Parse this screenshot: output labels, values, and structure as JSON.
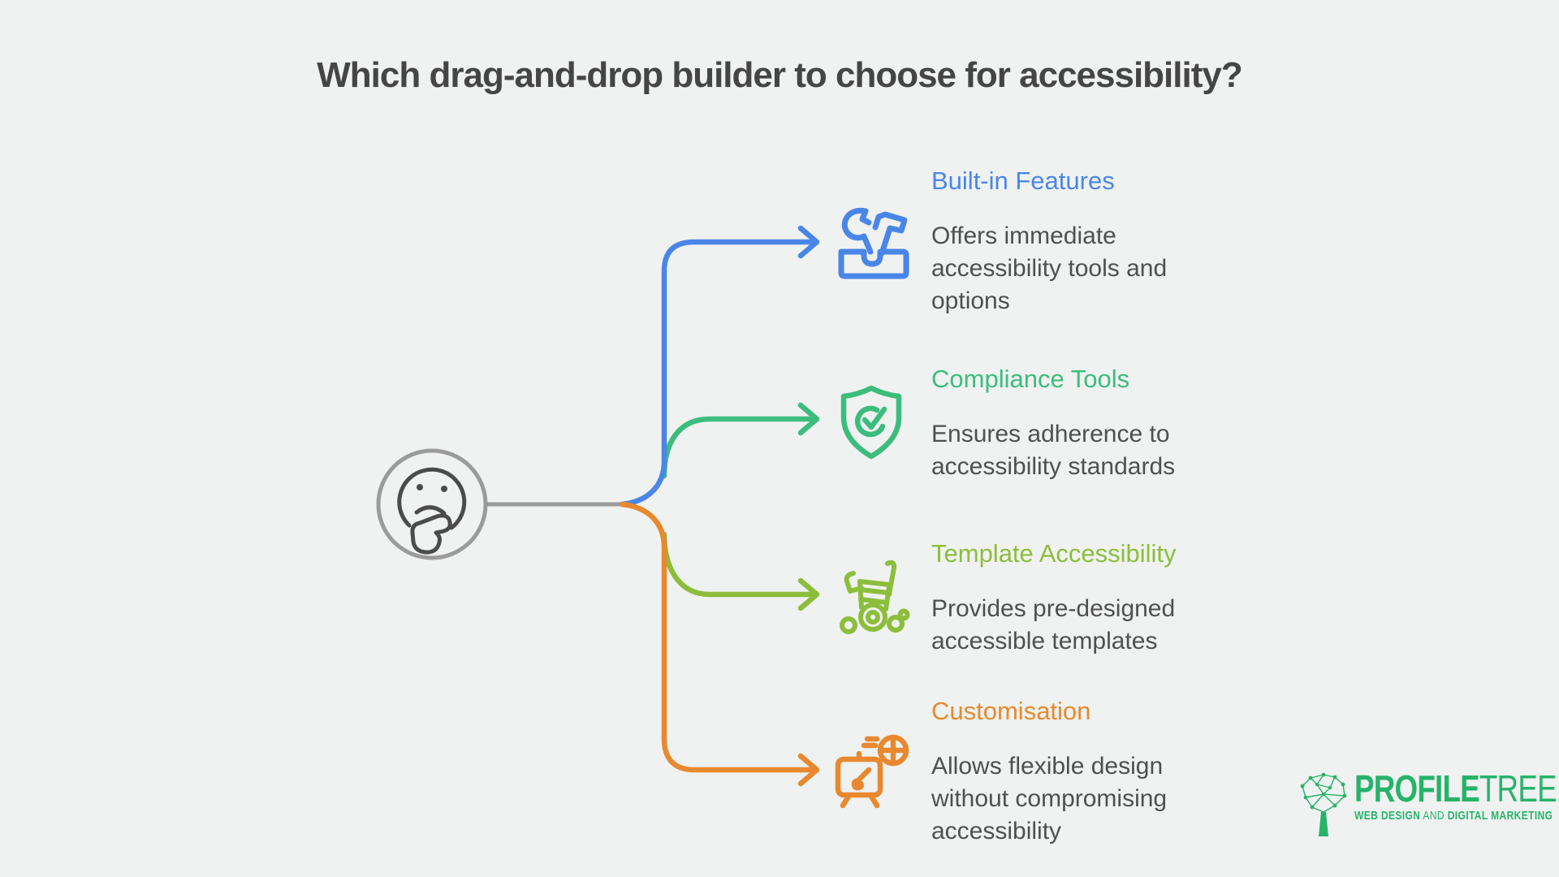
{
  "title": "Which drag-and-drop builder to choose for accessibility?",
  "center": {
    "icon": "thinking-face-icon"
  },
  "branches": [
    {
      "label": "Built-in Features",
      "description": "Offers immediate accessibility tools and options",
      "color": "#4a86e8",
      "icon": "toolbox-icon"
    },
    {
      "label": "Compliance Tools",
      "description": "Ensures adherence to accessibility standards",
      "color": "#3cbd7d",
      "icon": "shield-check-icon"
    },
    {
      "label": "Template Accessibility",
      "description": "Provides pre-designed accessible templates",
      "color": "#8cbe3c",
      "icon": "wheelchair-icon"
    },
    {
      "label": "Customisation",
      "description": "Allows flexible design without compromising accessibility",
      "color": "#e8892f",
      "icon": "easel-paint-icon"
    }
  ],
  "logo": {
    "brand_bold": "PROFILE",
    "brand_light": "TREE",
    "tagline_web": "WEB DESIGN",
    "tagline_and": "AND",
    "tagline_marketing": "DIGITAL MARKETING",
    "color": "#27b36a"
  },
  "colors": {
    "background": "#f0f2f1",
    "title_text": "#454545",
    "body_text": "#4f504f",
    "connector_gray": "#9b9b9b",
    "face": "#4b4b4b"
  }
}
